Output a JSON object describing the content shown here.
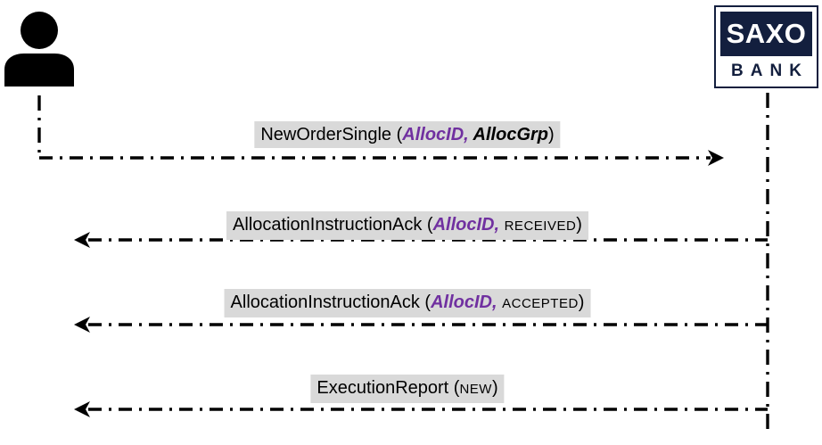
{
  "actors": {
    "client": {
      "icon": "person-icon"
    },
    "bank": {
      "logo_line1": "SAXO",
      "logo_line2": "BANK"
    }
  },
  "colors": {
    "logo_navy": "#131F3E",
    "field_purple": "#7030A0",
    "label_background": "#D9D9D9",
    "line_black": "#000000"
  },
  "messages": [
    {
      "name": "new-order-single",
      "direction": "client-to-bank",
      "label": {
        "prefix": "NewOrderSingle (",
        "field": "AllocID, ",
        "param": "AllocGrp",
        "suffix": ")"
      }
    },
    {
      "name": "allocation-instruction-ack-received",
      "direction": "bank-to-client",
      "label": {
        "prefix": "AllocationInstructionAck (",
        "field": "AllocID, ",
        "status": "RECEIVED",
        "suffix": ")"
      }
    },
    {
      "name": "allocation-instruction-ack-accepted",
      "direction": "bank-to-client",
      "label": {
        "prefix": "AllocationInstructionAck (",
        "field": "AllocID, ",
        "status": "ACCEPTED",
        "suffix": ")"
      }
    },
    {
      "name": "execution-report-new",
      "direction": "bank-to-client",
      "label": {
        "prefix": "ExecutionReport (",
        "status": "NEW",
        "suffix": ")"
      }
    }
  ]
}
